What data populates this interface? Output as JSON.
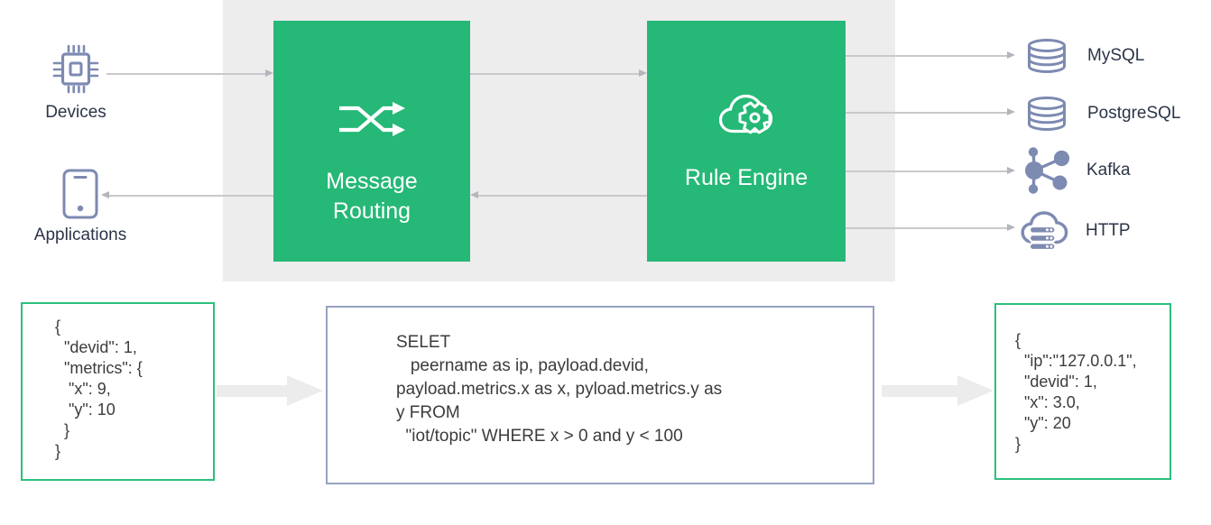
{
  "diagram": {
    "inputs": [
      {
        "label": "Devices",
        "icon": "chip-icon"
      },
      {
        "label": "Applications",
        "icon": "phone-icon"
      }
    ],
    "broker": [
      {
        "label": "Message Routing",
        "icon": "shuffle-icon"
      },
      {
        "label": "Rule Engine",
        "icon": "cloud-gear-icon"
      }
    ],
    "sinks": [
      {
        "label": "MySQL",
        "icon": "database-icon"
      },
      {
        "label": "PostgreSQL",
        "icon": "database-icon"
      },
      {
        "label": "Kafka",
        "icon": "kafka-nodes-icon"
      },
      {
        "label": "HTTP",
        "icon": "cloud-server-icon"
      }
    ]
  },
  "flow": {
    "input_json": "{\n  \"devid\": 1,\n  \"metrics\": {\n   \"x\": 9,\n   \"y\": 10\n  }\n}",
    "rule_sql": "SELET\n   peername as ip, payload.devid,\npayload.metrics.x as x, pyload.metrics.y as\ny FROM\n  \"iot/topic\" WHERE x > 0 and y < 100",
    "output_json": "{\n  \"ip\":\"127.0.0.1\",\n  \"devid\": 1,\n  \"x\": 3.0,\n  \"y\": 20\n}"
  },
  "colors": {
    "process_green": "#25b877",
    "panel_gray": "#ededed",
    "icon_blue": "#7d8ab1",
    "label_navy": "#2b3548",
    "green_border": "#2cc07c",
    "blue_border": "#96a2c2",
    "connector_gray": "#c9c9cd",
    "fat_arrow_gray": "#ececec"
  }
}
